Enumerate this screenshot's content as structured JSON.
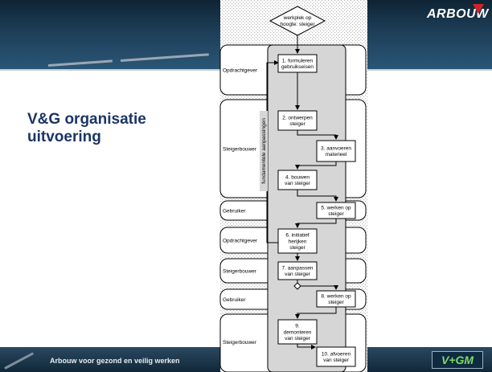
{
  "slide": {
    "title": "V&G organisatie\nuitvoering",
    "brand": "ARBOUW",
    "footer": "Arbouw voor gezond en veilig werken",
    "footer_logo": "V+GM"
  },
  "diagram": {
    "start_node": [
      "werkplek op",
      "hoogte: steiger"
    ],
    "side_label": "fundamentele aanpassingen",
    "lanes": [
      {
        "role": "Opdrachtgever"
      },
      {
        "role": "Steigerbouwer"
      },
      {
        "role": "Gebruiker"
      },
      {
        "role": "Opdrachtgever"
      },
      {
        "role": "Steigerbouwer"
      },
      {
        "role": "Gebruiker"
      },
      {
        "role": "Steigerbouwer"
      }
    ],
    "steps": [
      {
        "lines": [
          "1. formuleren",
          "gebruikseisen"
        ]
      },
      {
        "lines": [
          "2. ontwerpen",
          "steiger"
        ]
      },
      {
        "lines": [
          "3. aanvoeren",
          "materieel"
        ]
      },
      {
        "lines": [
          "4. bouwen",
          "van steiger"
        ]
      },
      {
        "lines": [
          "5. werken op",
          "steiger"
        ]
      },
      {
        "lines": [
          "6. initiatief",
          "herijken",
          "steiger"
        ]
      },
      {
        "lines": [
          "7. aanpassen",
          "van steiger"
        ]
      },
      {
        "lines": [
          "8. werken op",
          "steiger"
        ]
      },
      {
        "lines": [
          "9.",
          "demonteren",
          "van steiger"
        ]
      },
      {
        "lines": [
          "10. afvoeren",
          "van steiger"
        ]
      }
    ]
  }
}
